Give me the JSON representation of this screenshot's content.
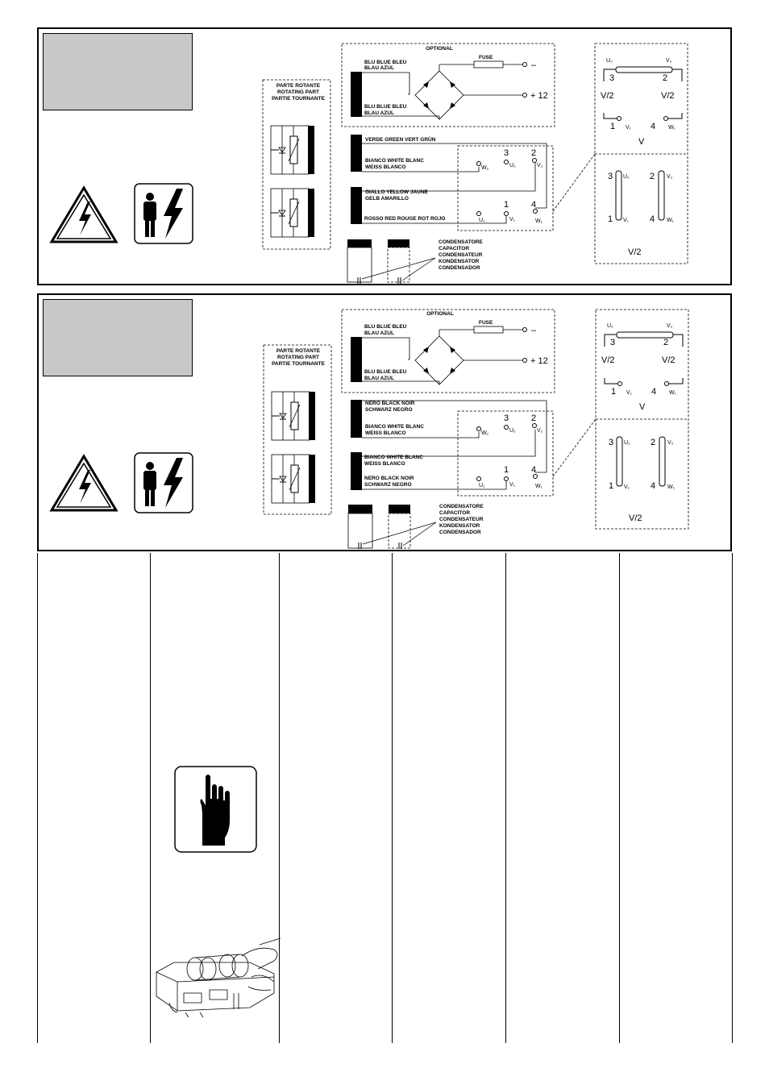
{
  "panel1": {
    "optional": "OPTIONAL",
    "fuse": "FUSE",
    "minus": "–",
    "plus12": "+ 12",
    "rotating": [
      "PARTE ROTANTE",
      "ROTATING PART",
      "PARTIE TOURNANTE"
    ],
    "exc_top": [
      "BLU BLUE BLEU",
      "BLAU AZUL"
    ],
    "exc_bottom": [
      "BLU BLUE BLEU",
      "BLAU AZUL"
    ],
    "wire1": [
      "VERDE GREEN VERT GRÜN"
    ],
    "wire2": [
      "BIANCO WHITE BLANC",
      "WEISS BLANCO"
    ],
    "wire3": [
      "GIALLO YELLOW JAUNE",
      "GELB AMARILLO"
    ],
    "wire4": [
      "ROSSO RED ROUGE ROT ROJO"
    ],
    "capacitor": [
      "CONDENSATORE",
      "CAPACITOR",
      "CONDENSATEUR",
      "KONDENSATOR",
      "CONDENSADOR"
    ]
  },
  "panel2": {
    "optional": "OPTIONAL",
    "fuse": "FUSE",
    "minus": "–",
    "plus12": "+ 12",
    "rotating": [
      "PARTE ROTANTE",
      "ROTATING PART",
      "PARTIE TOURNANTE"
    ],
    "exc_top": [
      "BLU BLUE BLEU",
      "BLAU AZUL"
    ],
    "exc_bottom": [
      "BLU BLUE BLEU",
      "BLAU AZUL"
    ],
    "wire1": [
      "NERO BLACK NOIR",
      "SCHWARZ NEGRO"
    ],
    "wire2": [
      "BIANCO WHITE BLANC",
      "WEISS BLANCO"
    ],
    "wire3": [
      "BIANCO WHITE BLANC",
      "WEISS BLANCO"
    ],
    "wire4": [
      "NERO BLACK NOIR",
      "SCHWARZ NEGRO"
    ],
    "capacitor": [
      "CONDENSATORE",
      "CAPACITOR",
      "CONDENSATEUR",
      "KONDENSATOR",
      "CONDENSADOR"
    ]
  },
  "terminals": {
    "n1": "1",
    "n2": "2",
    "n3": "3",
    "n4": "4",
    "U1": "U₁",
    "V1": "V₁",
    "W1": "W₁",
    "U2": "U₂",
    "V2": "V₂",
    "W2": "W₂"
  },
  "connection": {
    "half_v": "V/2",
    "v": "V"
  },
  "icons": [
    "high-voltage-warning-icon",
    "electrical-hazard-person-icon",
    "hand-pointing-icon",
    "alternator-maintenance-illustration"
  ]
}
